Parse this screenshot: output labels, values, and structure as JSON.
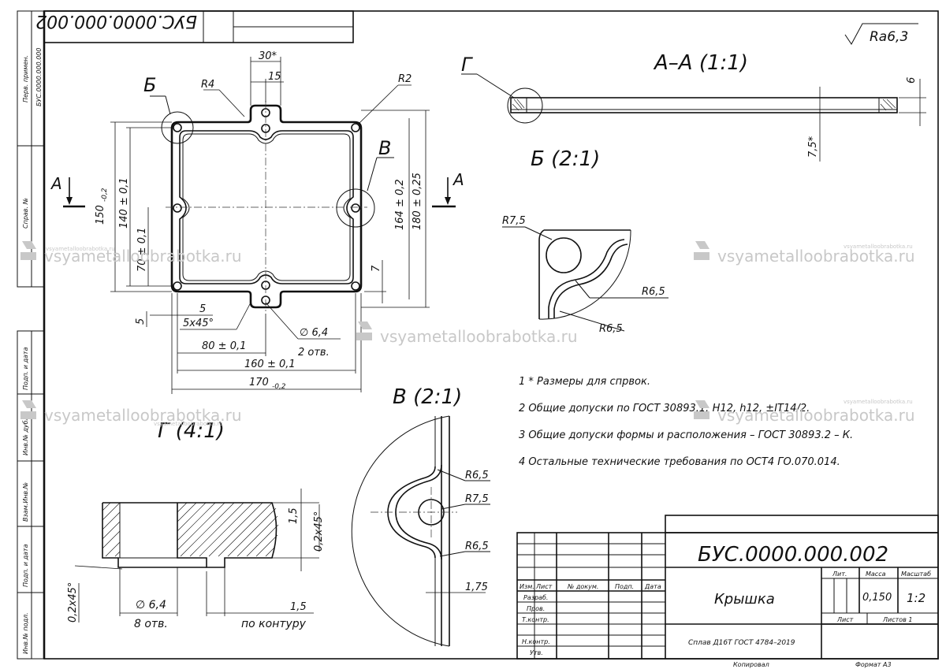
{
  "drawing": {
    "doc_code": "БУС.0000.000.002",
    "doc_code_rotated": "БУС.0000.000.002",
    "roughness": "Ra6,3",
    "views": {
      "section_aa": "А–А (1:1)",
      "view_b": "Б (2:1)",
      "view_v": "В (2:1)",
      "view_g": "Г (4:1)",
      "label_a": "А",
      "label_b": "Б",
      "label_v": "В",
      "label_g": "Г"
    },
    "dims": {
      "d30": "30*",
      "d15": "15",
      "r4": "R4",
      "r2": "R2",
      "d150": "150",
      "d150_tol": "-0,2",
      "d140": "140 ± 0,1",
      "d70": "70 ± 0,1",
      "d164": "164 ± 0,2",
      "d180": "180 ± 0,25",
      "d7": "7",
      "d5a": "5",
      "d5b": "5",
      "chamfer": "5x45°",
      "hole": "∅ 6,4",
      "holes_count": "2 отв.",
      "d80": "80 ± 0,1",
      "d160": "160 ± 0,1",
      "d170": "170",
      "d170_tol": "-0,2",
      "d6": "6",
      "d75": "7,5*",
      "r75": "R7,5",
      "r65a": "R6,5",
      "r65b": "R6,5",
      "v_r65a": "R6,5",
      "v_r75": "R7,5",
      "v_r65b": "R6,5",
      "v_175": "1,75",
      "g_15a": "1,5",
      "g_02": "0,2x45°",
      "g_02b": "0,2x45°",
      "g_hole": "∅ 6,4",
      "g_holes": "8 отв.",
      "g_15b": "1,5",
      "g_contour": "по контуру"
    },
    "notes": [
      "1  *  Размеры для спрвок.",
      "2  Общие допуски по ГОСТ 30893.1: H12, h12, ±IT14/2.",
      "3  Общие допуски формы и расположения – ГОСТ 30893.2 – К.",
      "4  Остальные технические требования по ОСТ4 ГО.070.014."
    ]
  },
  "title_block": {
    "code": "БУС.0000.000.002",
    "name": "Крышка",
    "material": "Сплав Д16Т ГОСТ 4784–2019",
    "headers": {
      "izm": "Изм.",
      "list": "Лист",
      "doc_no": "№ докум.",
      "sign": "Подп.",
      "date": "Дата"
    },
    "roles": [
      "Разраб.",
      "Пров.",
      "Т.контр.",
      "",
      "Н.контр.",
      "Утв."
    ],
    "lit_label": "Лит.",
    "mass_label": "Масса",
    "scale_label": "Масштаб",
    "mass": "0,150",
    "scale": "1:2",
    "sheet_label": "Лист",
    "sheets_label": "Листов  1",
    "copied": "Копировал",
    "format": "Формат  А3"
  },
  "side_strip": {
    "perv_primen": "Перв. примен.",
    "perv_code": "БУС.0000.000.000",
    "sprav": "Справ. №",
    "podp_data1": "Подп. и дата",
    "inv_dubl": "Инв.№ дубл.",
    "vzam_inv": "Взам.Инв.№",
    "podp_data2": "Подп. и дата",
    "inv_podl": "Инв.№ подл."
  },
  "watermark": {
    "site": "vsyametalloobrabotka.ru",
    "site_small": "vsyametalloobrabotka.ru"
  }
}
